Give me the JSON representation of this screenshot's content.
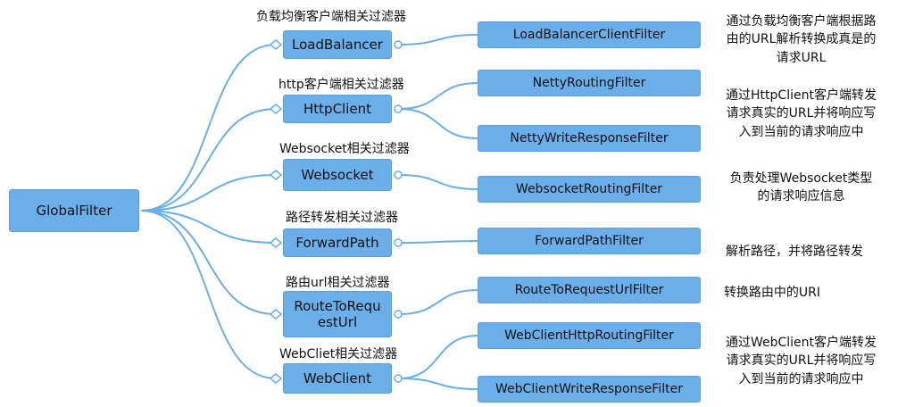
{
  "colors": {
    "node_fill": "#6aaeea",
    "node_border": "#5a9fde",
    "connector": "#6aaeea"
  },
  "root": {
    "label": "GlobalFilter"
  },
  "groups": [
    {
      "caption": "负载均衡客户端相关过滤器",
      "node": "LoadBalancer",
      "filters": [
        "LoadBalancerClientFilter"
      ],
      "description": [
        "通过负载均衡客户端根据路",
        "由的URL解析转换成真是的",
        "请求URL"
      ]
    },
    {
      "caption": "http客户端相关过滤器",
      "node": "HttpClient",
      "filters": [
        "NettyRoutingFilter",
        "NettyWriteResponseFilter"
      ],
      "description": [
        "通过HttpClient客户端转发",
        "请求真实的URL并将响应写",
        "入到当前的请求响应中"
      ]
    },
    {
      "caption": "Websocket相关过滤器",
      "node": "Websocket",
      "filters": [
        "WebsocketRoutingFilter"
      ],
      "description": [
        "负责处理Websocket类型",
        "的请求响应信息"
      ]
    },
    {
      "caption": "路径转发相关过滤器",
      "node": "ForwardPath",
      "filters": [
        "ForwardPathFilter"
      ],
      "description": [
        "解析路径，并将路径转发"
      ]
    },
    {
      "caption": "路由url相关过滤器",
      "node": "RouteToRequestUrl",
      "filters": [
        "RouteToRequestUrlFilter"
      ],
      "description": [
        "转换路由中的URI"
      ]
    },
    {
      "caption": "WebCliet相关过滤器",
      "node": "WebClient",
      "filters": [
        "WebClientHttpRoutingFilter",
        "WebClientWriteResponseFilter"
      ],
      "description": [
        "通过WebClient客户端转发",
        "请求真实的URL并将响应写",
        "入到当前的请求响应中"
      ]
    }
  ]
}
